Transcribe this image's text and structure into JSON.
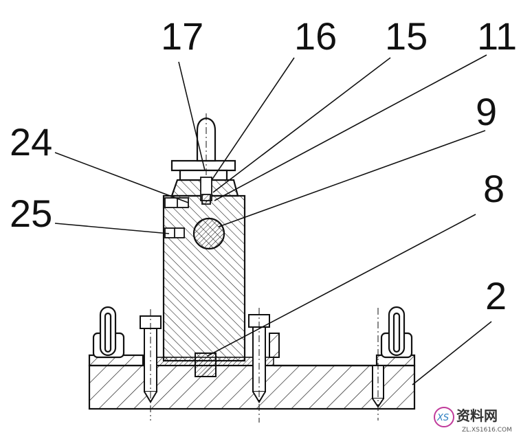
{
  "callouts": {
    "c17": "17",
    "c16": "16",
    "c15": "15",
    "c11": "11",
    "c9": "9",
    "c8": "8",
    "c2": "2",
    "c24": "24",
    "c25": "25"
  },
  "watermark": {
    "logo_text": "XS",
    "site_name": "资料网",
    "site_url": "ZL.XS1616.COM"
  },
  "colors": {
    "line": "#111111",
    "background": "#ffffff",
    "watermark_accent": "#c03a9a"
  }
}
